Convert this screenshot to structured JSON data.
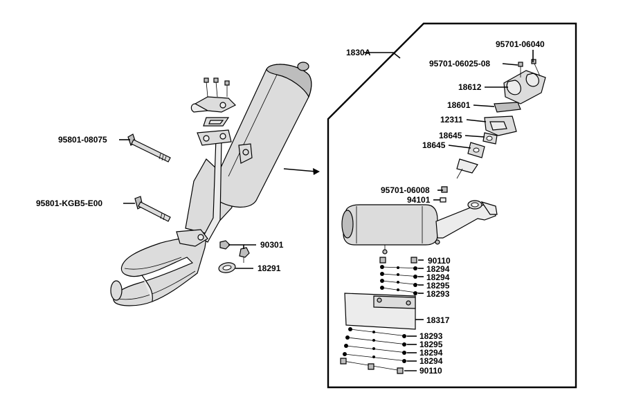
{
  "main_view": {
    "labels": [
      {
        "id": "bolt-long",
        "text": "95801-08075"
      },
      {
        "id": "bolt-short",
        "text": "95801-KGB5-E00"
      },
      {
        "id": "nut",
        "text": "90301"
      },
      {
        "id": "gasket",
        "text": "18291"
      }
    ]
  },
  "detail_view": {
    "assembly_label": "1830A",
    "labels": [
      {
        "id": "screw-a",
        "text": "95701-06040"
      },
      {
        "id": "screw-b",
        "text": "95701-06025-08"
      },
      {
        "id": "cover",
        "text": "18612"
      },
      {
        "id": "gasket-a",
        "text": "18601"
      },
      {
        "id": "valve",
        "text": "12311"
      },
      {
        "id": "gasket-b",
        "text": "18645"
      },
      {
        "id": "gasket-c",
        "text": "18645"
      },
      {
        "id": "bolt-c",
        "text": "95701-06008"
      },
      {
        "id": "washer",
        "text": "94101"
      },
      {
        "id": "clip-1",
        "text": "90110"
      },
      {
        "id": "band-1",
        "text": "18294"
      },
      {
        "id": "band-2",
        "text": "18294"
      },
      {
        "id": "band-3",
        "text": "18295"
      },
      {
        "id": "band-4",
        "text": "18293"
      },
      {
        "id": "heat-shield",
        "text": "18317"
      },
      {
        "id": "band-5",
        "text": "18293"
      },
      {
        "id": "band-6",
        "text": "18295"
      },
      {
        "id": "band-7",
        "text": "18294"
      },
      {
        "id": "band-8",
        "text": "18294"
      },
      {
        "id": "clip-2",
        "text": "90110"
      }
    ]
  }
}
